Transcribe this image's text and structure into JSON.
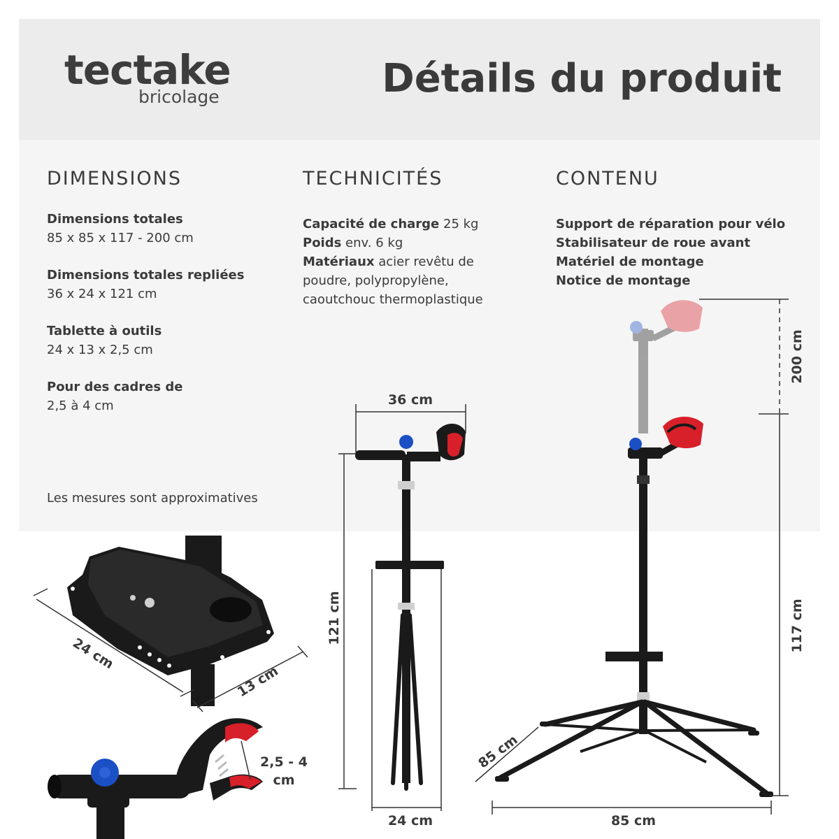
{
  "brand": {
    "name": "tectake",
    "sub": "bricolage"
  },
  "title": "Détails du produit",
  "columns": {
    "dimensions": {
      "heading": "DIMENSIONS",
      "items": [
        {
          "label": "Dimensions totales",
          "value": "85 x 85 x 117 - 200 cm"
        },
        {
          "label": "Dimensions totales repliées",
          "value": "36 x 24 x 121 cm"
        },
        {
          "label": "Tablette à outils",
          "value": "24 x 13 x 2,5 cm"
        },
        {
          "label": "Pour des cadres de",
          "value": "2,5 à 4 cm"
        }
      ],
      "note": "Les mesures sont approximatives"
    },
    "tech": {
      "heading": "TECHNICITÉS",
      "lines": [
        {
          "label": "Capacité de charge",
          "value": " 25 kg"
        },
        {
          "label": "Poids",
          "value": " env. 6 kg"
        },
        {
          "label": "Matériaux",
          "value": " acier revêtu de"
        },
        {
          "label": "",
          "value": "poudre, polypropylène,"
        },
        {
          "label": "",
          "value": "caoutchouc thermoplastique"
        }
      ]
    },
    "content": {
      "heading": "CONTENU",
      "items": [
        "Support de réparation pour vélo",
        "Stabilisateur de roue avant",
        "Matériel de montage",
        "Notice de montage"
      ]
    }
  },
  "dims": {
    "tray_length": "24 cm",
    "tray_width": "13 cm",
    "clamp_range_1": "2,5 - 4",
    "clamp_range_2": "cm",
    "folded_width": "36 cm",
    "folded_height": "121 cm",
    "folded_depth": "24 cm",
    "stand_max": "200 cm",
    "stand_min": "117 cm",
    "leg_span": "85 cm",
    "base_width": "85 cm"
  },
  "colors": {
    "clamp_red": "#d8202a",
    "knob_blue": "#1b4fc4",
    "metal": "#1a1a1a"
  }
}
